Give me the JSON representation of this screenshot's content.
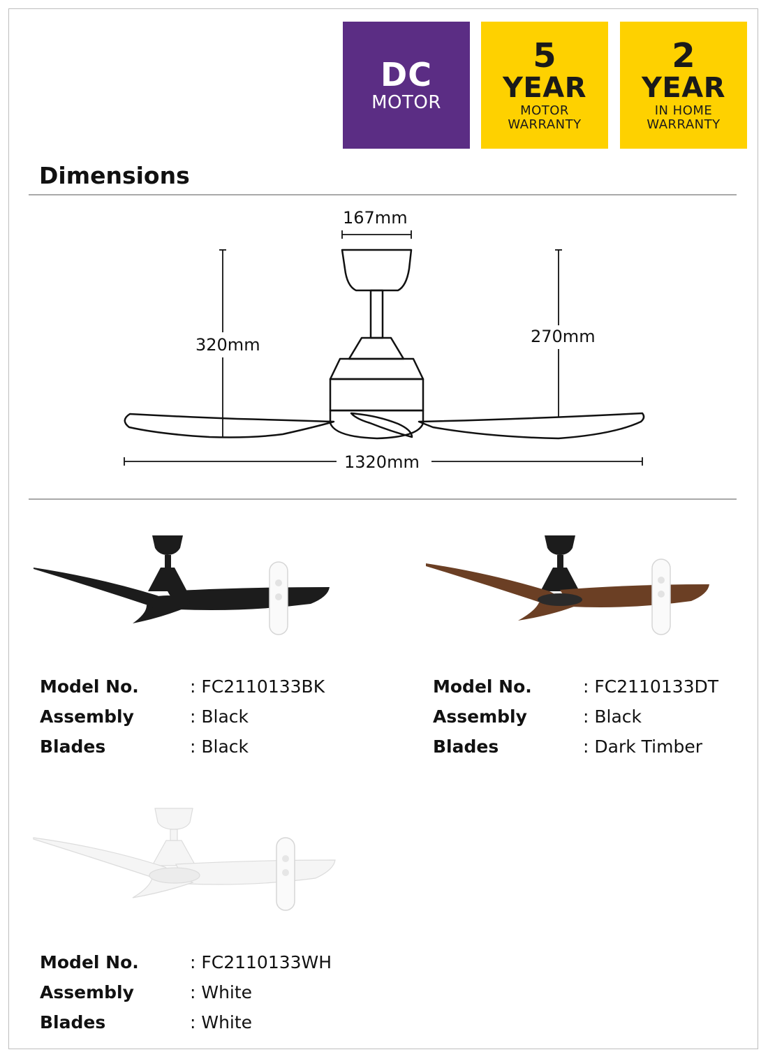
{
  "badges": {
    "dc": {
      "top": "DC",
      "bottom": "MOTOR"
    },
    "motor_warranty": {
      "number": "5",
      "unit": "YEAR",
      "line1": "MOTOR",
      "line2": "WARRANTY"
    },
    "home_warranty": {
      "number": "2",
      "unit": "YEAR",
      "line1": "IN HOME",
      "line2": "WARRANTY"
    }
  },
  "dimensions": {
    "heading": "Dimensions",
    "canopy_width": "167mm",
    "height_total": "320mm",
    "height_blade": "270mm",
    "span": "1320mm"
  },
  "products": [
    {
      "model_label": "Model No.",
      "model_value": ": FC2110133BK",
      "assembly_label": "Assembly",
      "assembly_value": ": Black",
      "blades_label": "Blades",
      "blades_value": ": Black",
      "color": "#1c1c1c"
    },
    {
      "model_label": "Model No.",
      "model_value": ": FC2110133DT",
      "assembly_label": "Assembly",
      "assembly_value": ": Black",
      "blades_label": "Blades",
      "blades_value": ": Dark Timber",
      "color": "#6b3f24"
    },
    {
      "model_label": "Model No.",
      "model_value": ": FC2110133WH",
      "assembly_label": "Assembly",
      "assembly_value": ": White",
      "blades_label": "Blades",
      "blades_value": ": White",
      "color": "#f4f4f4"
    }
  ]
}
